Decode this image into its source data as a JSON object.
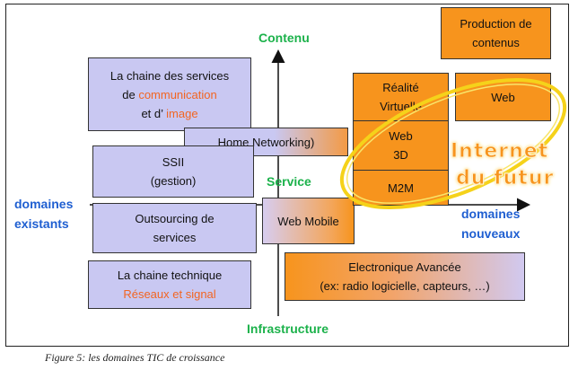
{
  "diagram": {
    "axis_labels": {
      "top": "Contenu",
      "middle": "Service",
      "bottom": "Infrastructure",
      "left_line1": "domaines",
      "left_line2": "existants",
      "right_line1": "domaines",
      "right_line2": "nouveaux"
    },
    "boxes": {
      "chaine_services": {
        "line1": "La chaine des services",
        "line2_prefix": "de ",
        "line2_accent": "communication",
        "line3_prefix": "et d’ ",
        "line3_accent": "image"
      },
      "home_networking": "Home Networking)",
      "ssii": {
        "line1": "SSII",
        "line2": "(gestion)"
      },
      "outsourcing": {
        "line1": "Outsourcing de",
        "line2": "services"
      },
      "chaine_technique": {
        "line1": "La chaine technique",
        "line2": "Réseaux et signal"
      },
      "web_mobile": "Web Mobile",
      "electronique": {
        "line1": "Electronique Avancée",
        "line2": "(ex: radio logicielle, capteurs, …)"
      },
      "production": {
        "line1": "Production de",
        "line2": "contenus"
      },
      "realite": {
        "line1": "Réalité",
        "line2": "Virtuelle"
      },
      "web": "Web",
      "web3d": {
        "line1": "Web",
        "line2": "3D"
      },
      "m2m": "M2M"
    },
    "highlight": {
      "line1": "Internet",
      "line2": "du futur"
    },
    "colors": {
      "orange": "#f7941d",
      "lavender": "#c9c8f2",
      "green": "#1cb24b",
      "blue": "#1f5fd1",
      "accent_text": "#f26522",
      "ellipse": "#f5d21a"
    }
  },
  "caption": "Figure 5: les domaines TIC de croissance"
}
